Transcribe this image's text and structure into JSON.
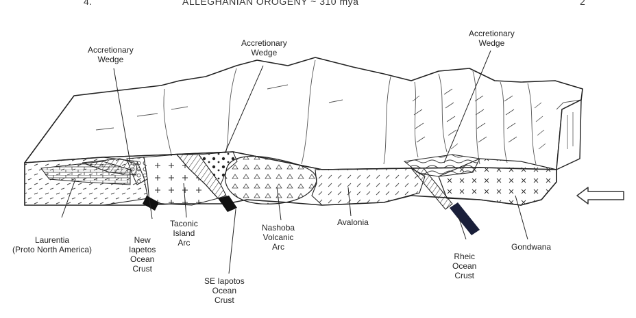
{
  "header": {
    "left_marker": "4.",
    "title": "ALLEGHANIAN OROGENY  ~ 310 mya",
    "right_marker": "2"
  },
  "labels": {
    "wedge_left": [
      "Accretionary",
      "Wedge"
    ],
    "wedge_mid": [
      "Accretionary",
      "Wedge"
    ],
    "wedge_right": [
      "Accretionary",
      "Wedge"
    ],
    "laurentia": [
      "Laurentia",
      "(Proto North America)"
    ],
    "new_iapetos": [
      "New",
      "Iapetos",
      "Ocean",
      "Crust"
    ],
    "taconic": [
      "Taconic",
      "Island",
      "Arc"
    ],
    "se_iapetos": [
      "SE Iapotos",
      "Ocean",
      "Crust"
    ],
    "nashoba": [
      "Nashoba",
      "Volcanic",
      "Arc"
    ],
    "avalonia": [
      "Avalonia"
    ],
    "rheic": [
      "Rheic",
      "Ocean",
      "Crust"
    ],
    "gondwana": [
      "Gondwana"
    ]
  },
  "icons": {
    "push_arrow": "left-arrow-icon"
  }
}
